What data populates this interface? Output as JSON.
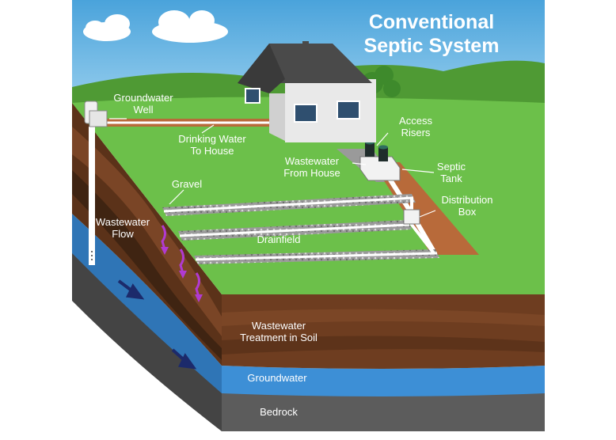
{
  "title": {
    "line1": "Conventional",
    "line2": "Septic System"
  },
  "labels": {
    "groundwater_well_1": "Groundwater",
    "groundwater_well_2": "Well",
    "drinking_water_1": "Drinking Water",
    "drinking_water_2": "To House",
    "access_risers_1": "Access",
    "access_risers_2": "Risers",
    "wastewater_house_1": "Wastewater",
    "wastewater_house_2": "From House",
    "septic_tank_1": "Septic",
    "septic_tank_2": "Tank",
    "gravel": "Gravel",
    "distribution_box_1": "Distribution",
    "distribution_box_2": "Box",
    "wastewater_flow_1": "Wastewater",
    "wastewater_flow_2": "Flow",
    "drainfield": "Drainfield",
    "treatment_1": "Wastewater",
    "treatment_2": "Treatment in Soil",
    "groundwater": "Groundwater",
    "bedrock": "Bedrock"
  },
  "colors": {
    "sky": "#5aaee0",
    "grass": "#6cc04a",
    "grass_dark": "#4f9a34",
    "soil_top": "#7a4526",
    "soil_mid": "#5b3219",
    "soil_dark": "#3f2412",
    "groundwater": "#3d8fd6",
    "bedrock": "#5c5c5c",
    "arrow_purple": "#b13ad1",
    "arrow_navy": "#1c2a6b"
  }
}
